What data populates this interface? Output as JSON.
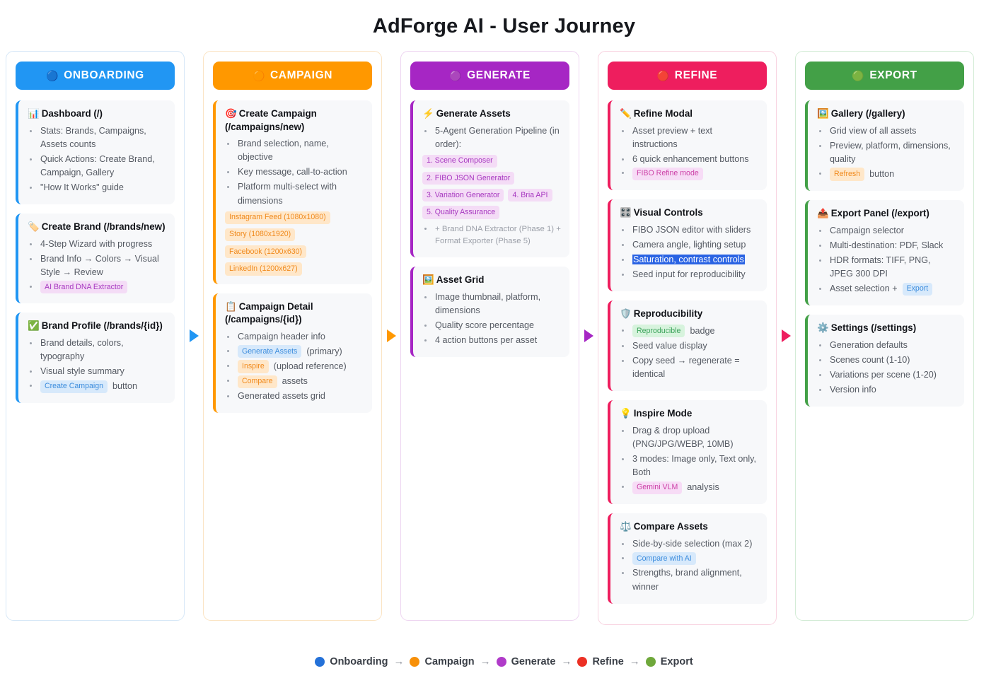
{
  "title": "AdForge AI - User Journey",
  "colors": {
    "onboarding": "#2196F3",
    "campaign": "#FF9800",
    "generate": "#A626C4",
    "refine": "#EE1E5E",
    "export": "#43A047",
    "selection_highlight": "#2a63e3"
  },
  "columns": [
    {
      "key": "onboarding",
      "header": "ONBOARDING",
      "header_dot": "blue-circle-icon",
      "header_dot_glyph": "🔵",
      "accent": "#2196F3",
      "border": "#d6e7f7",
      "cards": [
        {
          "icon": "bar-chart-icon",
          "icon_glyph": "📊",
          "title": "Dashboard (/)",
          "items": [
            {
              "text": "Stats: Brands, Campaigns, Assets counts"
            },
            {
              "text": "Quick Actions: Create Brand, Campaign, Gallery"
            },
            {
              "text": "\"How It Works\" guide"
            }
          ]
        },
        {
          "icon": "label-tag-icon",
          "icon_glyph": "🏷️",
          "title": "Create Brand (/brands/new)",
          "items": [
            {
              "text": "4-Step Wizard with progress"
            },
            {
              "text": "Brand Info → Colors → Visual Style → Review"
            },
            {
              "chip": "AI Brand DNA Extractor",
              "chip_style": "chip-purple"
            }
          ]
        },
        {
          "icon": "check-mark-icon",
          "icon_glyph": "✅",
          "title": "Brand Profile (/brands/{id})",
          "items": [
            {
              "text": "Brand details, colors, typography"
            },
            {
              "text": "Visual style summary"
            },
            {
              "chip": "Create Campaign",
              "chip_style": "chip-blue",
              "after": "button"
            }
          ]
        }
      ]
    },
    {
      "key": "campaign",
      "header": "CAMPAIGN",
      "header_dot": "orange-circle-icon",
      "header_dot_glyph": "🟠",
      "accent": "#FF9800",
      "border": "#fbe4c4",
      "cards": [
        {
          "icon": "target-icon",
          "icon_glyph": "🎯",
          "title": "Create Campaign (/campaigns/new)",
          "items": [
            {
              "text": "Brand selection, name, objective"
            },
            {
              "text": "Key message, call-to-action"
            },
            {
              "text": "Platform multi-select with dimensions"
            }
          ],
          "chips": [
            {
              "label": "Instagram Feed (1080x1080)",
              "style": "chip-orange"
            },
            {
              "label": "Story (1080x1920)",
              "style": "chip-orange"
            },
            {
              "label": "Facebook (1200x630)",
              "style": "chip-orange"
            },
            {
              "label": "LinkedIn (1200x627)",
              "style": "chip-orange"
            }
          ]
        },
        {
          "icon": "clipboard-icon",
          "icon_glyph": "📋",
          "title": "Campaign Detail (/campaigns/{id})",
          "items": [
            {
              "text": "Campaign header info"
            },
            {
              "chip": "Generate Assets",
              "chip_style": "chip-blue",
              "after": "(primary)"
            },
            {
              "chip": "Inspire",
              "chip_style": "chip-orange",
              "after": "(upload reference)"
            },
            {
              "chip": "Compare",
              "chip_style": "chip-orange",
              "after": "assets"
            },
            {
              "text": "Generated assets grid"
            }
          ]
        }
      ]
    },
    {
      "key": "generate",
      "header": "GENERATE",
      "header_dot": "purple-circle-icon",
      "header_dot_glyph": "🟣",
      "accent": "#A626C4",
      "border": "#eed5f1",
      "cards": [
        {
          "icon": "lightning-bolt-icon",
          "icon_glyph": "⚡",
          "title": "Generate Assets",
          "items": [
            {
              "text": "5-Agent Generation Pipeline (in order):"
            }
          ],
          "chips": [
            {
              "label": "1. Scene Composer",
              "style": "chip-purple"
            },
            {
              "label": "2. FIBO JSON Generator",
              "style": "chip-purple"
            },
            {
              "label": "3. Variation Generator",
              "style": "chip-purple"
            },
            {
              "label": "4. Bria API",
              "style": "chip-purple"
            },
            {
              "label": "5. Quality Assurance",
              "style": "chip-purple"
            }
          ],
          "items_after": [
            {
              "text": "+ Brand DNA Extractor (Phase 1) + Format Exporter (Phase 5)",
              "muted": true
            }
          ]
        },
        {
          "icon": "framed-picture-icon",
          "icon_glyph": "🖼️",
          "title": "Asset Grid",
          "items": [
            {
              "text": "Image thumbnail, platform, dimensions"
            },
            {
              "text": "Quality score percentage"
            },
            {
              "text": "4 action buttons per asset"
            }
          ]
        }
      ]
    },
    {
      "key": "refine",
      "header": "REFINE",
      "header_dot": "red-circle-icon",
      "header_dot_glyph": "🔴",
      "accent": "#EE1E5E",
      "border": "#f8d3e0",
      "cards": [
        {
          "icon": "pencil-icon",
          "icon_glyph": "✏️",
          "title": "Refine Modal",
          "items": [
            {
              "text": "Asset preview + text instructions"
            },
            {
              "text": "6 quick enhancement buttons"
            },
            {
              "chip": "FIBO Refine mode",
              "chip_style": "chip-pinkp"
            }
          ]
        },
        {
          "icon": "control-knobs-icon",
          "icon_glyph": "🎛️",
          "title": "Visual Controls",
          "items": [
            {
              "text": "FIBO JSON editor with sliders"
            },
            {
              "text": "Camera angle, lighting setup"
            },
            {
              "text": "Saturation, contrast controls",
              "selected": true
            },
            {
              "text": "Seed input for reproducibility"
            }
          ]
        },
        {
          "icon": "shield-icon",
          "icon_glyph": "🛡️",
          "title": "Reproducibility",
          "items": [
            {
              "chip": "Reproducible",
              "chip_style": "chip-green",
              "after": "badge"
            },
            {
              "text": "Seed value display"
            },
            {
              "text": "Copy seed → regenerate = identical"
            }
          ]
        },
        {
          "icon": "light-bulb-icon",
          "icon_glyph": "💡",
          "title": "Inspire Mode",
          "items": [
            {
              "text": "Drag & drop upload (PNG/JPG/WEBP, 10MB)"
            },
            {
              "text": "3 modes: Image only, Text only, Both"
            },
            {
              "chip": "Gemini VLM",
              "chip_style": "chip-pinkp",
              "after": "analysis"
            }
          ]
        },
        {
          "icon": "balance-scale-icon",
          "icon_glyph": "⚖️",
          "title": "Compare Assets",
          "items": [
            {
              "text": "Side-by-side selection (max 2)"
            },
            {
              "chip": "Compare with AI",
              "chip_style": "chip-blue"
            },
            {
              "text": "Strengths, brand alignment, winner"
            }
          ]
        }
      ]
    },
    {
      "key": "export",
      "header": "EXPORT",
      "header_dot": "green-circle-icon",
      "header_dot_glyph": "🟢",
      "accent": "#43A047",
      "border": "#d3ecd6",
      "cards": [
        {
          "icon": "framed-picture-icon",
          "icon_glyph": "🖼️",
          "title": "Gallery (/gallery)",
          "items": [
            {
              "text": "Grid view of all assets"
            },
            {
              "text": "Preview, platform, dimensions, quality"
            },
            {
              "chip": "Refresh",
              "chip_style": "chip-orange",
              "after": "button"
            }
          ]
        },
        {
          "icon": "inbox-tray-icon",
          "icon_glyph": "📤",
          "title": "Export Panel (/export)",
          "items": [
            {
              "text": "Campaign selector"
            },
            {
              "text": "Multi-destination: PDF, Slack"
            },
            {
              "text": "HDR formats: TIFF, PNG, JPEG 300 DPI"
            },
            {
              "before": "Asset selection +",
              "chip": "Export",
              "chip_style": "chip-blue"
            }
          ]
        },
        {
          "icon": "gear-icon",
          "icon_glyph": "⚙️",
          "title": "Settings (/settings)",
          "items": [
            {
              "text": "Generation defaults"
            },
            {
              "text": "Scenes count (1-10)"
            },
            {
              "text": "Variations per scene (1-20)"
            },
            {
              "text": "Version info"
            }
          ]
        }
      ]
    }
  ],
  "arrows": [
    {
      "name": "arrow-onboarding-to-campaign",
      "color": "#2196F3"
    },
    {
      "name": "arrow-campaign-to-generate",
      "color": "#FF9800"
    },
    {
      "name": "arrow-generate-to-refine",
      "color": "#A626C4"
    },
    {
      "name": "arrow-refine-to-export",
      "color": "#EE1E5E"
    }
  ],
  "legend": {
    "separator": "→",
    "items": [
      {
        "label": "Onboarding",
        "color": "#2471d8"
      },
      {
        "label": "Campaign",
        "color": "#F79009"
      },
      {
        "label": "Generate",
        "color": "#B03BC9"
      },
      {
        "label": "Refine",
        "color": "#EC3024"
      },
      {
        "label": "Export",
        "color": "#6FA83B"
      }
    ]
  }
}
